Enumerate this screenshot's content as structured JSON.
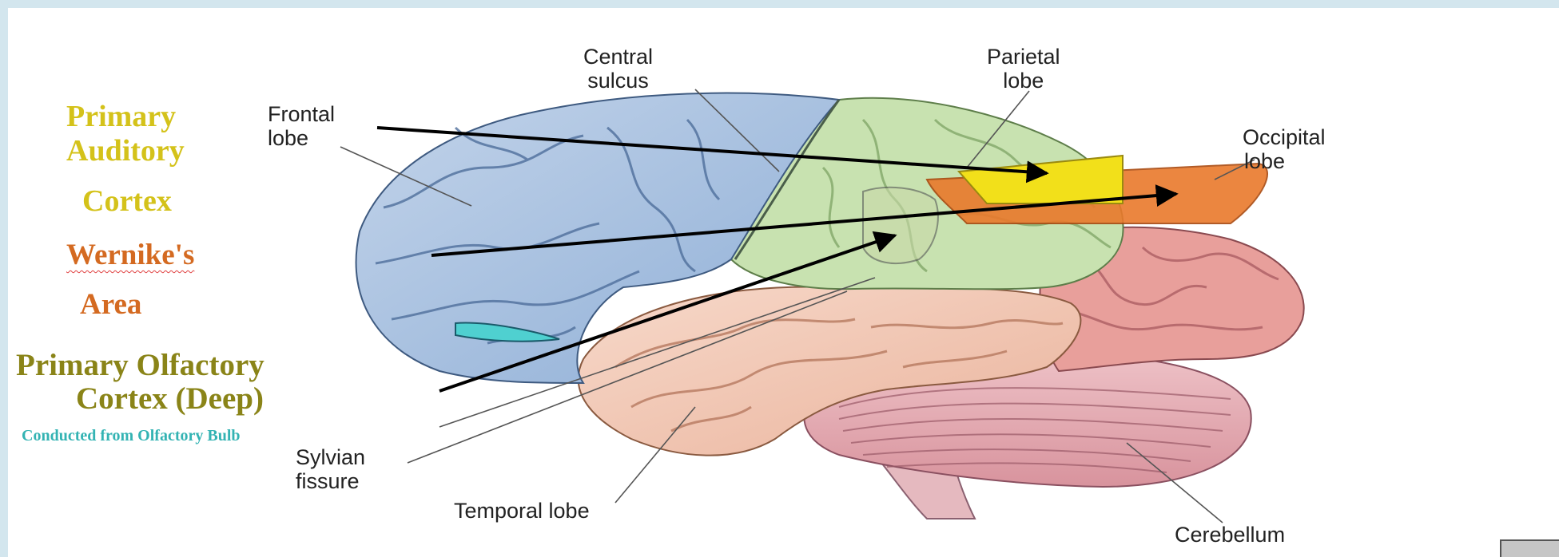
{
  "diagram": {
    "brain_labels": {
      "central_sulcus": [
        "Central",
        "sulcus"
      ],
      "parietal_lobe": [
        "Parietal",
        "lobe"
      ],
      "frontal_lobe": [
        "Frontal",
        "lobe"
      ],
      "occipital_lobe": [
        "Occipital",
        "lobe"
      ],
      "sylvian_fissure": [
        "Sylvian",
        "fissure"
      ],
      "temporal_lobe": "Temporal lobe",
      "cerebellum": "Cerebellum"
    },
    "overlay_labels": {
      "primary_auditory": [
        "Primary",
        "Auditory",
        "Cortex"
      ],
      "wernike": [
        "Wernike's",
        "Area"
      ],
      "primary_olfactory": [
        "Primary Olfactory",
        "Cortex (Deep)"
      ],
      "olfactory_bulb_note": "Conducted from Olfactory Bulb"
    },
    "colors": {
      "frontal": "#a9c0df",
      "parietal": "#c9e3b3",
      "temporal": "#f3c9b6",
      "occipital": "#e99c97",
      "cerebellum": "#e8b2b9",
      "auditory_highlight": "#f2e01a",
      "wernike_highlight": "#e9792c",
      "olfactory_highlight": "#4fd0d0"
    }
  }
}
